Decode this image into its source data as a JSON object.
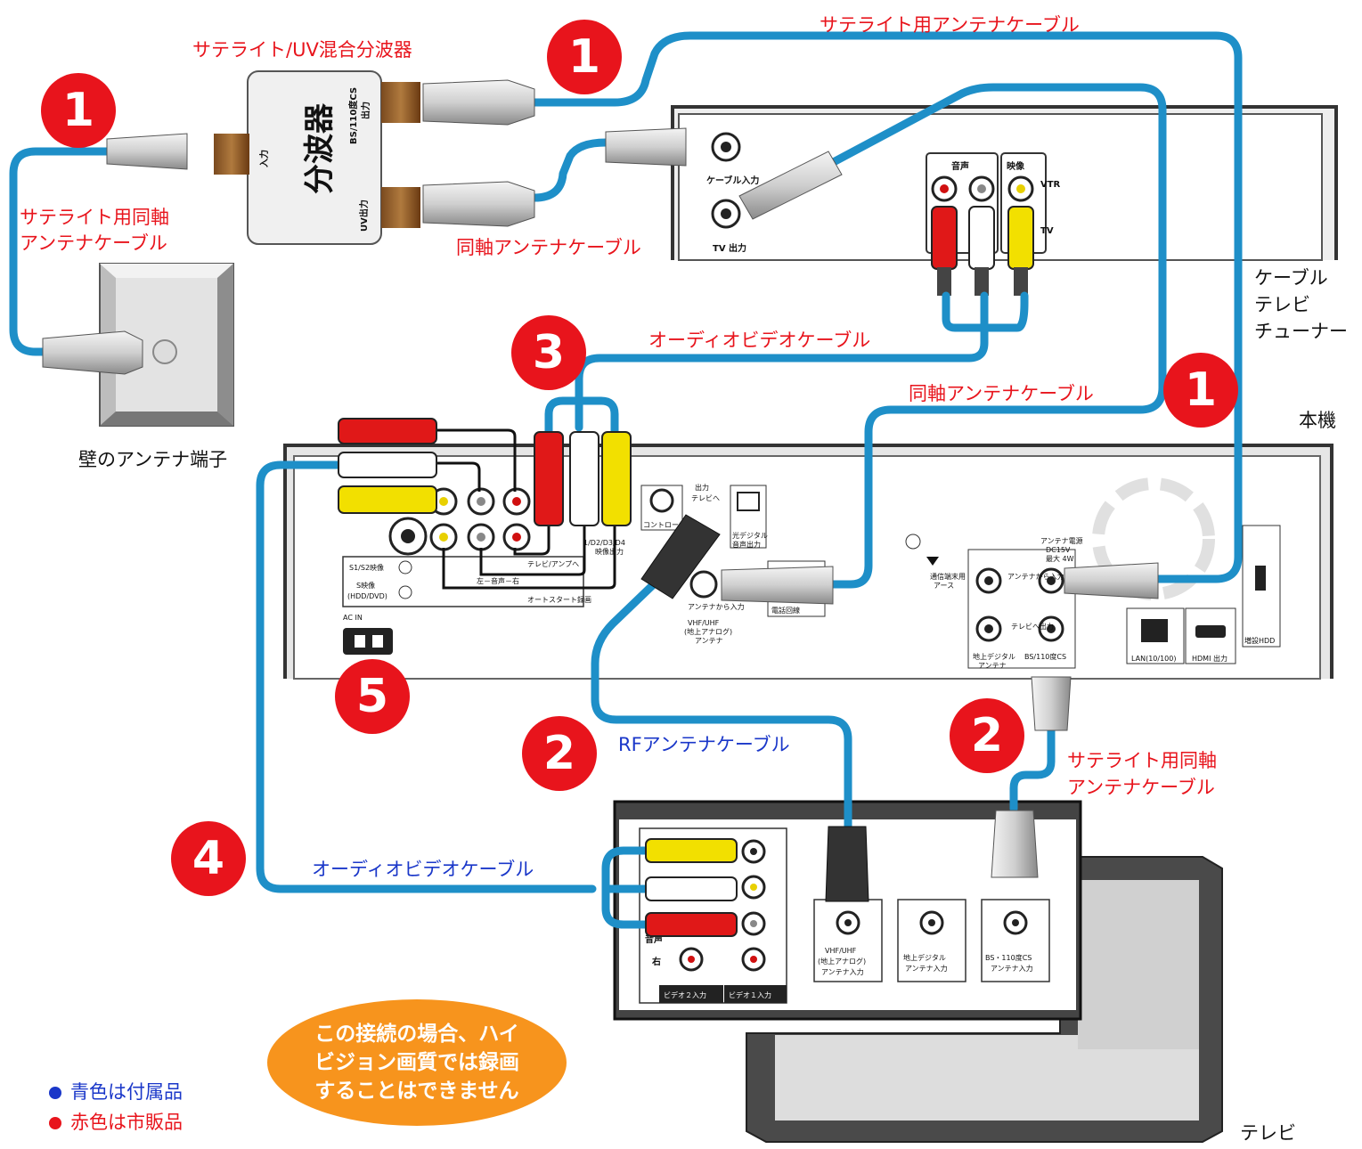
{
  "colors": {
    "accessory_cable": "#1e8fc8",
    "label_red": "#e8141c",
    "label_blue": "#1a37c9",
    "badge": "#e8141c",
    "note_bg": "#f7941d"
  },
  "labels": {
    "splitter_title": "サテライト/UV混合分波器",
    "satellite_cable_top": "サテライト用アンテナケーブル",
    "satellite_coax_left_l1": "サテライト用同軸",
    "satellite_coax_left_l2": "アンテナケーブル",
    "coax_cable_upper": "同軸アンテナケーブル",
    "av_cable_upper": "オーディオビデオケーブル",
    "coax_cable_mid": "同軸アンテナケーブル",
    "rf_cable": "RFアンテナケーブル",
    "satellite_coax_right_l1": "サテライト用同軸",
    "satellite_coax_right_l2": "アンテナケーブル",
    "av_cable_lower": "オーディオビデオケーブル",
    "wall_terminal": "壁のアンテナ端子",
    "cable_tuner_l1": "ケーブル",
    "cable_tuner_l2": "テレビ",
    "cable_tuner_l3": "チューナー",
    "main_unit": "本機",
    "tv": "テレビ"
  },
  "badges": {
    "b1a": "1",
    "b1b": "1",
    "b1c": "1",
    "b2a": "2",
    "b2b": "2",
    "b3": "3",
    "b4": "4",
    "b5": "5"
  },
  "note_l1": "この接続の場合、ハイ",
  "note_l2": "ビジョン画質では録画",
  "note_l3": "することはできません",
  "legend": {
    "blue": "青色は付属品",
    "red": "赤色は市販品"
  },
  "device_text": {
    "splitter_name": "分波器",
    "splitter_in": "入力",
    "splitter_bs_out_l1": "BS/110度CS",
    "splitter_bs_out_l2": "出力",
    "splitter_uv_out": "UV出力",
    "tuner_cable_in": "ケーブル入力",
    "tuner_tv_out": "TV 出力",
    "tuner_audio": "音声",
    "tuner_video": "映像",
    "tuner_vtr": "VTR",
    "tuner_tv": "TV",
    "unit_ac_in": "AC IN",
    "unit_s1s2": "S1/S2映像",
    "unit_s_video_l1": "S映像",
    "unit_s_video_l2": "(HDD/DVD)",
    "unit_tv_amp": "テレビ/アンプへ",
    "unit_out": "出力",
    "unit_lr": "左－音声－右",
    "unit_autostart": "オートスタート録画",
    "unit_d_out_l1": "1/D2/D3/D4",
    "unit_d_out_l2": "映像出力",
    "unit_control": "コントロール入力",
    "unit_out_tv_l1": "出力",
    "unit_out_tv_l2": "テレビへ",
    "unit_optical_l1": "光デジタル",
    "unit_optical_l2": "音声出力",
    "unit_antenna_in": "アンテナから入力",
    "unit_vhf_l1": "VHF/UHF",
    "unit_vhf_l2": "(地上アナログ)",
    "unit_vhf_l3": "アンテナ",
    "unit_phone": "電話回線",
    "unit_comm_l1": "通信端末用",
    "unit_comm_l2": "アース",
    "unit_dtt_l1": "地上デジタル",
    "unit_dtt_l2": "アンテナ",
    "unit_ant_power_l1": "アンテナ電源",
    "unit_ant_power_l2": "DC15V",
    "unit_ant_power_l3": "最大 4W",
    "unit_from_ant": "アンテナから入力",
    "unit_to_tv": "テレビへ出力",
    "unit_bs": "BS/110度CS",
    "unit_lan": "LAN(10/100)",
    "unit_hdmi": "HDMI 出力",
    "unit_hdd": "増設HDD",
    "tv_audio": "音声",
    "tv_right": "右",
    "tv_video2": "ビデオ２入力",
    "tv_video1": "ビデオ１入力",
    "tv_vhf_l1": "VHF/UHF",
    "tv_vhf_l2": "(地上アナログ)",
    "tv_vhf_l3": "アンテナ入力",
    "tv_dtt_l1": "地上デジタル",
    "tv_dtt_l2": "アンテナ入力",
    "tv_bs_l1": "BS・110度CS",
    "tv_bs_l2": "アンテナ入力"
  }
}
